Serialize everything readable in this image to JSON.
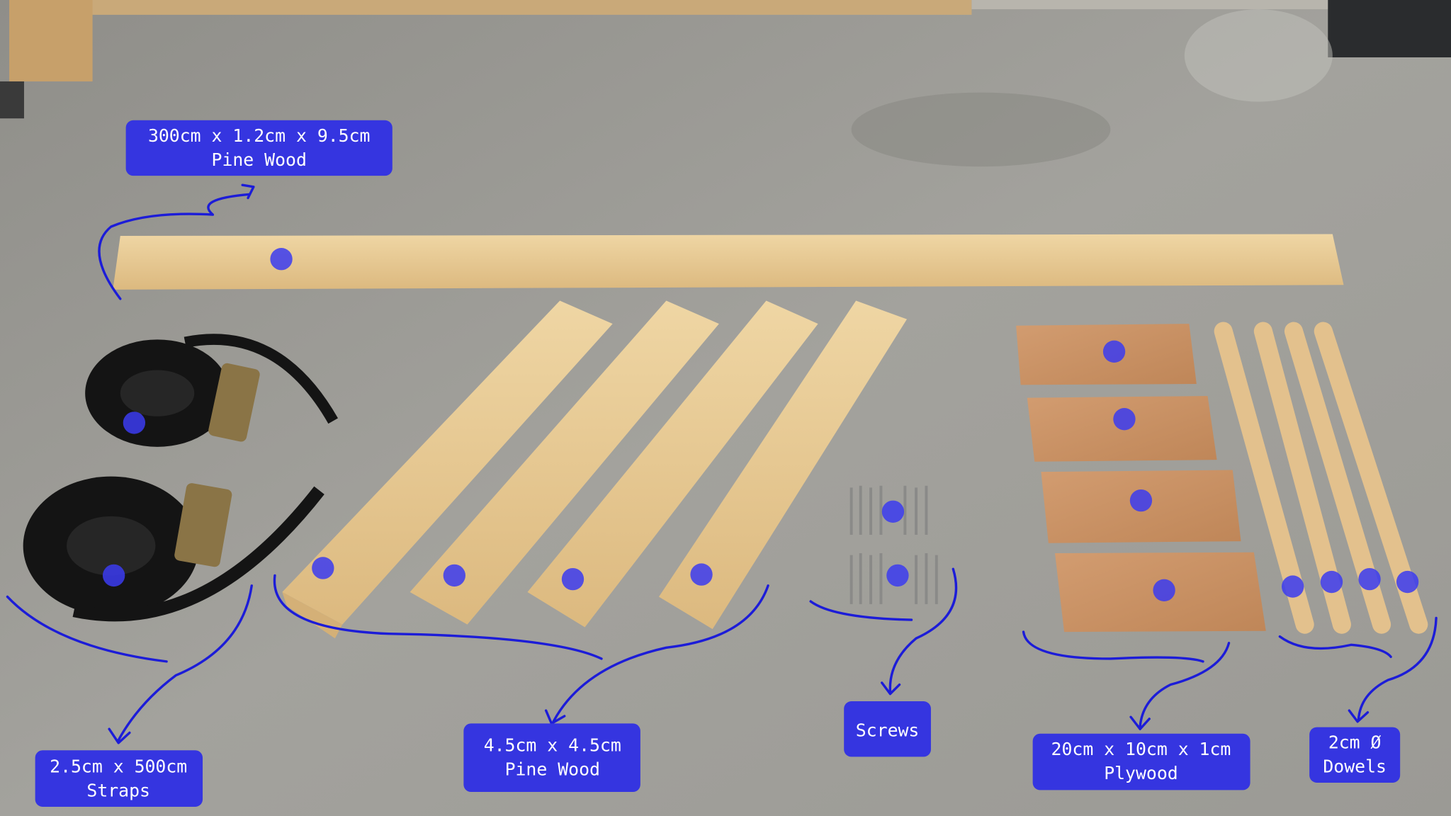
{
  "colors": {
    "label_background": "#3535e0",
    "marker": "#3b3bf0",
    "arrow": "#1c1cd8",
    "floor": "#9a9994",
    "pine": "#e6c68f",
    "plywood": "#c98f62",
    "strap": "#141414"
  },
  "labels": [
    {
      "line1": "300cm x 1.2cm x 9.5cm",
      "line2": "Pine Wood"
    },
    {
      "line1": "2.5cm x 500cm",
      "line2": "Straps"
    },
    {
      "line1": "4.5cm x 4.5cm",
      "line2": "Pine Wood"
    },
    {
      "line1": "Screws",
      "line2": ""
    },
    {
      "line1": "20cm x 10cm x 1cm",
      "line2": "Plywood"
    },
    {
      "line1": "2cm Ø",
      "line2": "Dowels"
    }
  ]
}
